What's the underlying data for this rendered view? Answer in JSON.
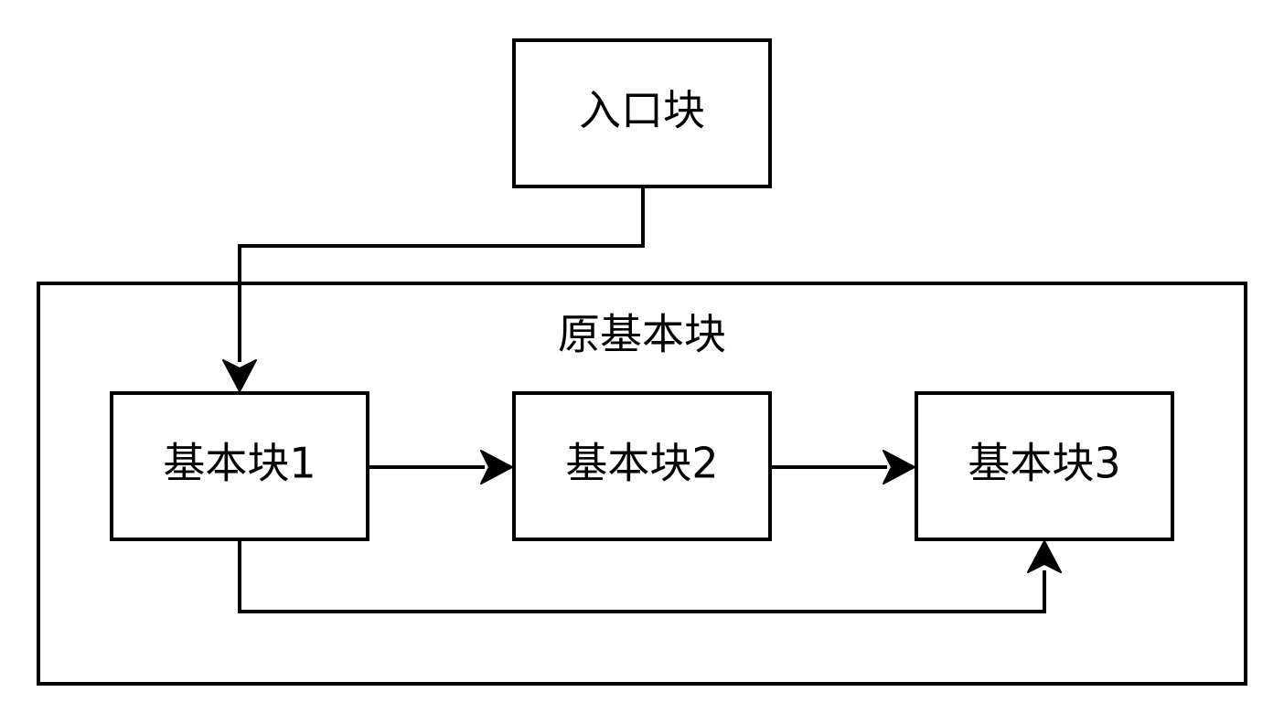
{
  "diagram": {
    "entry_block": {
      "label": "入口块"
    },
    "container": {
      "label": "原基本块"
    },
    "blocks": [
      {
        "label": "基本块1"
      },
      {
        "label": "基本块2"
      },
      {
        "label": "基本块3"
      }
    ],
    "edges": [
      {
        "from": "入口块",
        "to": "基本块1"
      },
      {
        "from": "基本块1",
        "to": "基本块2"
      },
      {
        "from": "基本块2",
        "to": "基本块3"
      },
      {
        "from": "基本块1",
        "to": "基本块3"
      }
    ]
  }
}
